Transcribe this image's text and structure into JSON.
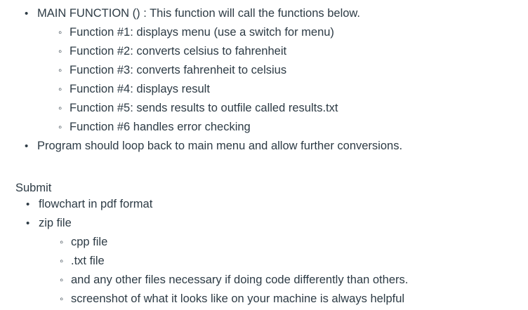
{
  "document": {
    "background_color": "#ffffff",
    "text_color": "#2d3b45"
  },
  "requirements": {
    "items": [
      {
        "label": "MAIN FUNCTION ()  : This function will call the functions below.",
        "children": [
          {
            "label": "Function #1: displays menu (use a switch for menu)"
          },
          {
            "label": "Function #2: converts celsius to fahrenheit"
          },
          {
            "label": "Function #3: converts fahrenheit to celsius"
          },
          {
            "label": "Function #4: displays result"
          },
          {
            "label": "Function #5: sends results to outfile called results.txt"
          },
          {
            "label": "Function #6 handles error checking"
          }
        ]
      },
      {
        "label": "Program should loop back to main menu and allow further conversions.",
        "children": []
      }
    ]
  },
  "submit_section": {
    "heading": "Submit",
    "items": [
      {
        "label": "flowchart in pdf format",
        "children": []
      },
      {
        "label": "zip file",
        "children": [
          {
            "label": "cpp file"
          },
          {
            "label": ".txt file"
          },
          {
            "label": "and any other files necessary if doing code differently than others."
          },
          {
            "label": "screenshot of what it looks like on your machine is always helpful"
          }
        ]
      }
    ]
  }
}
